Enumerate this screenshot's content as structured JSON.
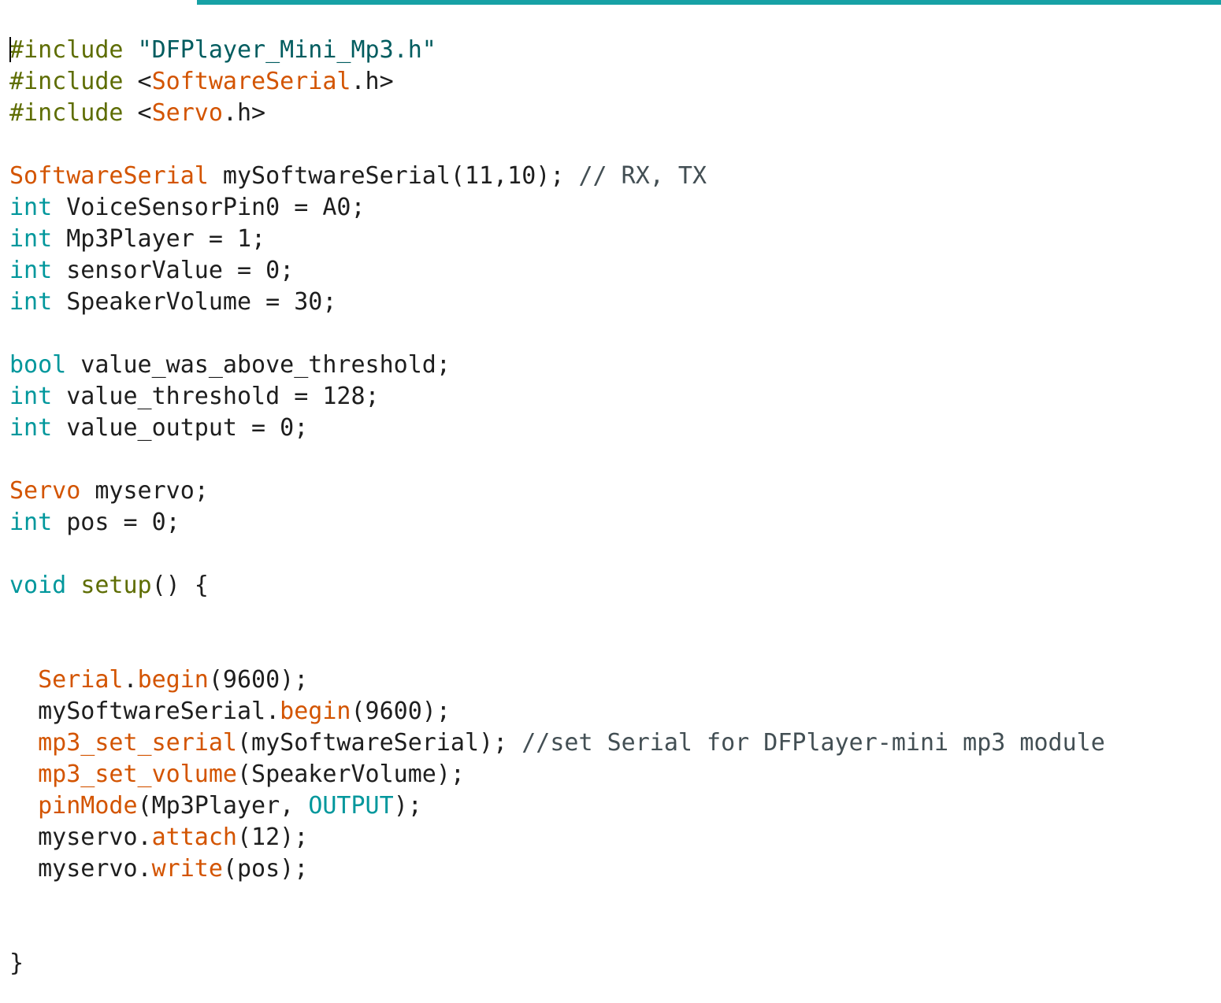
{
  "editor": {
    "colors": {
      "default": "#1e1e1e",
      "preprocessor": "#5e6d03",
      "string": "#005c5f",
      "class": "#d35400",
      "type": "#00979c",
      "comment": "#434f54",
      "tab_accent": "#17a1a5"
    },
    "lines": [
      [
        {
          "t": "#include",
          "c": "preprocessor"
        },
        {
          "t": " ",
          "c": "default"
        },
        {
          "t": "\"DFPlayer_Mini_Mp3.h\"",
          "c": "string"
        }
      ],
      [
        {
          "t": "#include",
          "c": "preprocessor"
        },
        {
          "t": " <",
          "c": "default"
        },
        {
          "t": "SoftwareSerial",
          "c": "class"
        },
        {
          "t": ".h>",
          "c": "default"
        }
      ],
      [
        {
          "t": "#include",
          "c": "preprocessor"
        },
        {
          "t": " <",
          "c": "default"
        },
        {
          "t": "Servo",
          "c": "class"
        },
        {
          "t": ".h>",
          "c": "default"
        }
      ],
      [],
      [
        {
          "t": "SoftwareSerial",
          "c": "class"
        },
        {
          "t": " mySoftwareSerial(11,10); ",
          "c": "default"
        },
        {
          "t": "// RX, TX",
          "c": "comment"
        }
      ],
      [
        {
          "t": "int",
          "c": "type"
        },
        {
          "t": " VoiceSensorPin0 = A0;",
          "c": "default"
        }
      ],
      [
        {
          "t": "int",
          "c": "type"
        },
        {
          "t": " Mp3Player = 1;",
          "c": "default"
        }
      ],
      [
        {
          "t": "int",
          "c": "type"
        },
        {
          "t": " sensorValue = 0;",
          "c": "default"
        }
      ],
      [
        {
          "t": "int",
          "c": "type"
        },
        {
          "t": " SpeakerVolume = 30;",
          "c": "default"
        }
      ],
      [],
      [
        {
          "t": "bool",
          "c": "type"
        },
        {
          "t": " value_was_above_threshold;",
          "c": "default"
        }
      ],
      [
        {
          "t": "int",
          "c": "type"
        },
        {
          "t": " value_threshold = 128;",
          "c": "default"
        }
      ],
      [
        {
          "t": "int",
          "c": "type"
        },
        {
          "t": " value_output = 0;",
          "c": "default"
        }
      ],
      [],
      [
        {
          "t": "Servo",
          "c": "class"
        },
        {
          "t": " myservo;",
          "c": "default"
        }
      ],
      [
        {
          "t": "int",
          "c": "type"
        },
        {
          "t": " pos = 0;",
          "c": "default"
        }
      ],
      [],
      [
        {
          "t": "void",
          "c": "type"
        },
        {
          "t": " ",
          "c": "default"
        },
        {
          "t": "setup",
          "c": "preprocessor"
        },
        {
          "t": "() {",
          "c": "default"
        }
      ],
      [],
      [],
      [
        {
          "t": "  ",
          "c": "default"
        },
        {
          "t": "Serial",
          "c": "class"
        },
        {
          "t": ".",
          "c": "default"
        },
        {
          "t": "begin",
          "c": "class"
        },
        {
          "t": "(9600);",
          "c": "default"
        }
      ],
      [
        {
          "t": "  mySoftwareSerial.",
          "c": "default"
        },
        {
          "t": "begin",
          "c": "class"
        },
        {
          "t": "(9600);",
          "c": "default"
        }
      ],
      [
        {
          "t": "  ",
          "c": "default"
        },
        {
          "t": "mp3_set_serial",
          "c": "class"
        },
        {
          "t": "(mySoftwareSerial); ",
          "c": "default"
        },
        {
          "t": "//set Serial for DFPlayer-mini mp3 module",
          "c": "comment"
        }
      ],
      [
        {
          "t": "  ",
          "c": "default"
        },
        {
          "t": "mp3_set_volume",
          "c": "class"
        },
        {
          "t": "(SpeakerVolume);",
          "c": "default"
        }
      ],
      [
        {
          "t": "  ",
          "c": "default"
        },
        {
          "t": "pinMode",
          "c": "class"
        },
        {
          "t": "(Mp3Player, ",
          "c": "default"
        },
        {
          "t": "OUTPUT",
          "c": "type"
        },
        {
          "t": ");",
          "c": "default"
        }
      ],
      [
        {
          "t": "  myservo.",
          "c": "default"
        },
        {
          "t": "attach",
          "c": "class"
        },
        {
          "t": "(12);",
          "c": "default"
        }
      ],
      [
        {
          "t": "  myservo.",
          "c": "default"
        },
        {
          "t": "write",
          "c": "class"
        },
        {
          "t": "(pos);",
          "c": "default"
        }
      ],
      [],
      [],
      [
        {
          "t": "}",
          "c": "default"
        }
      ]
    ]
  }
}
